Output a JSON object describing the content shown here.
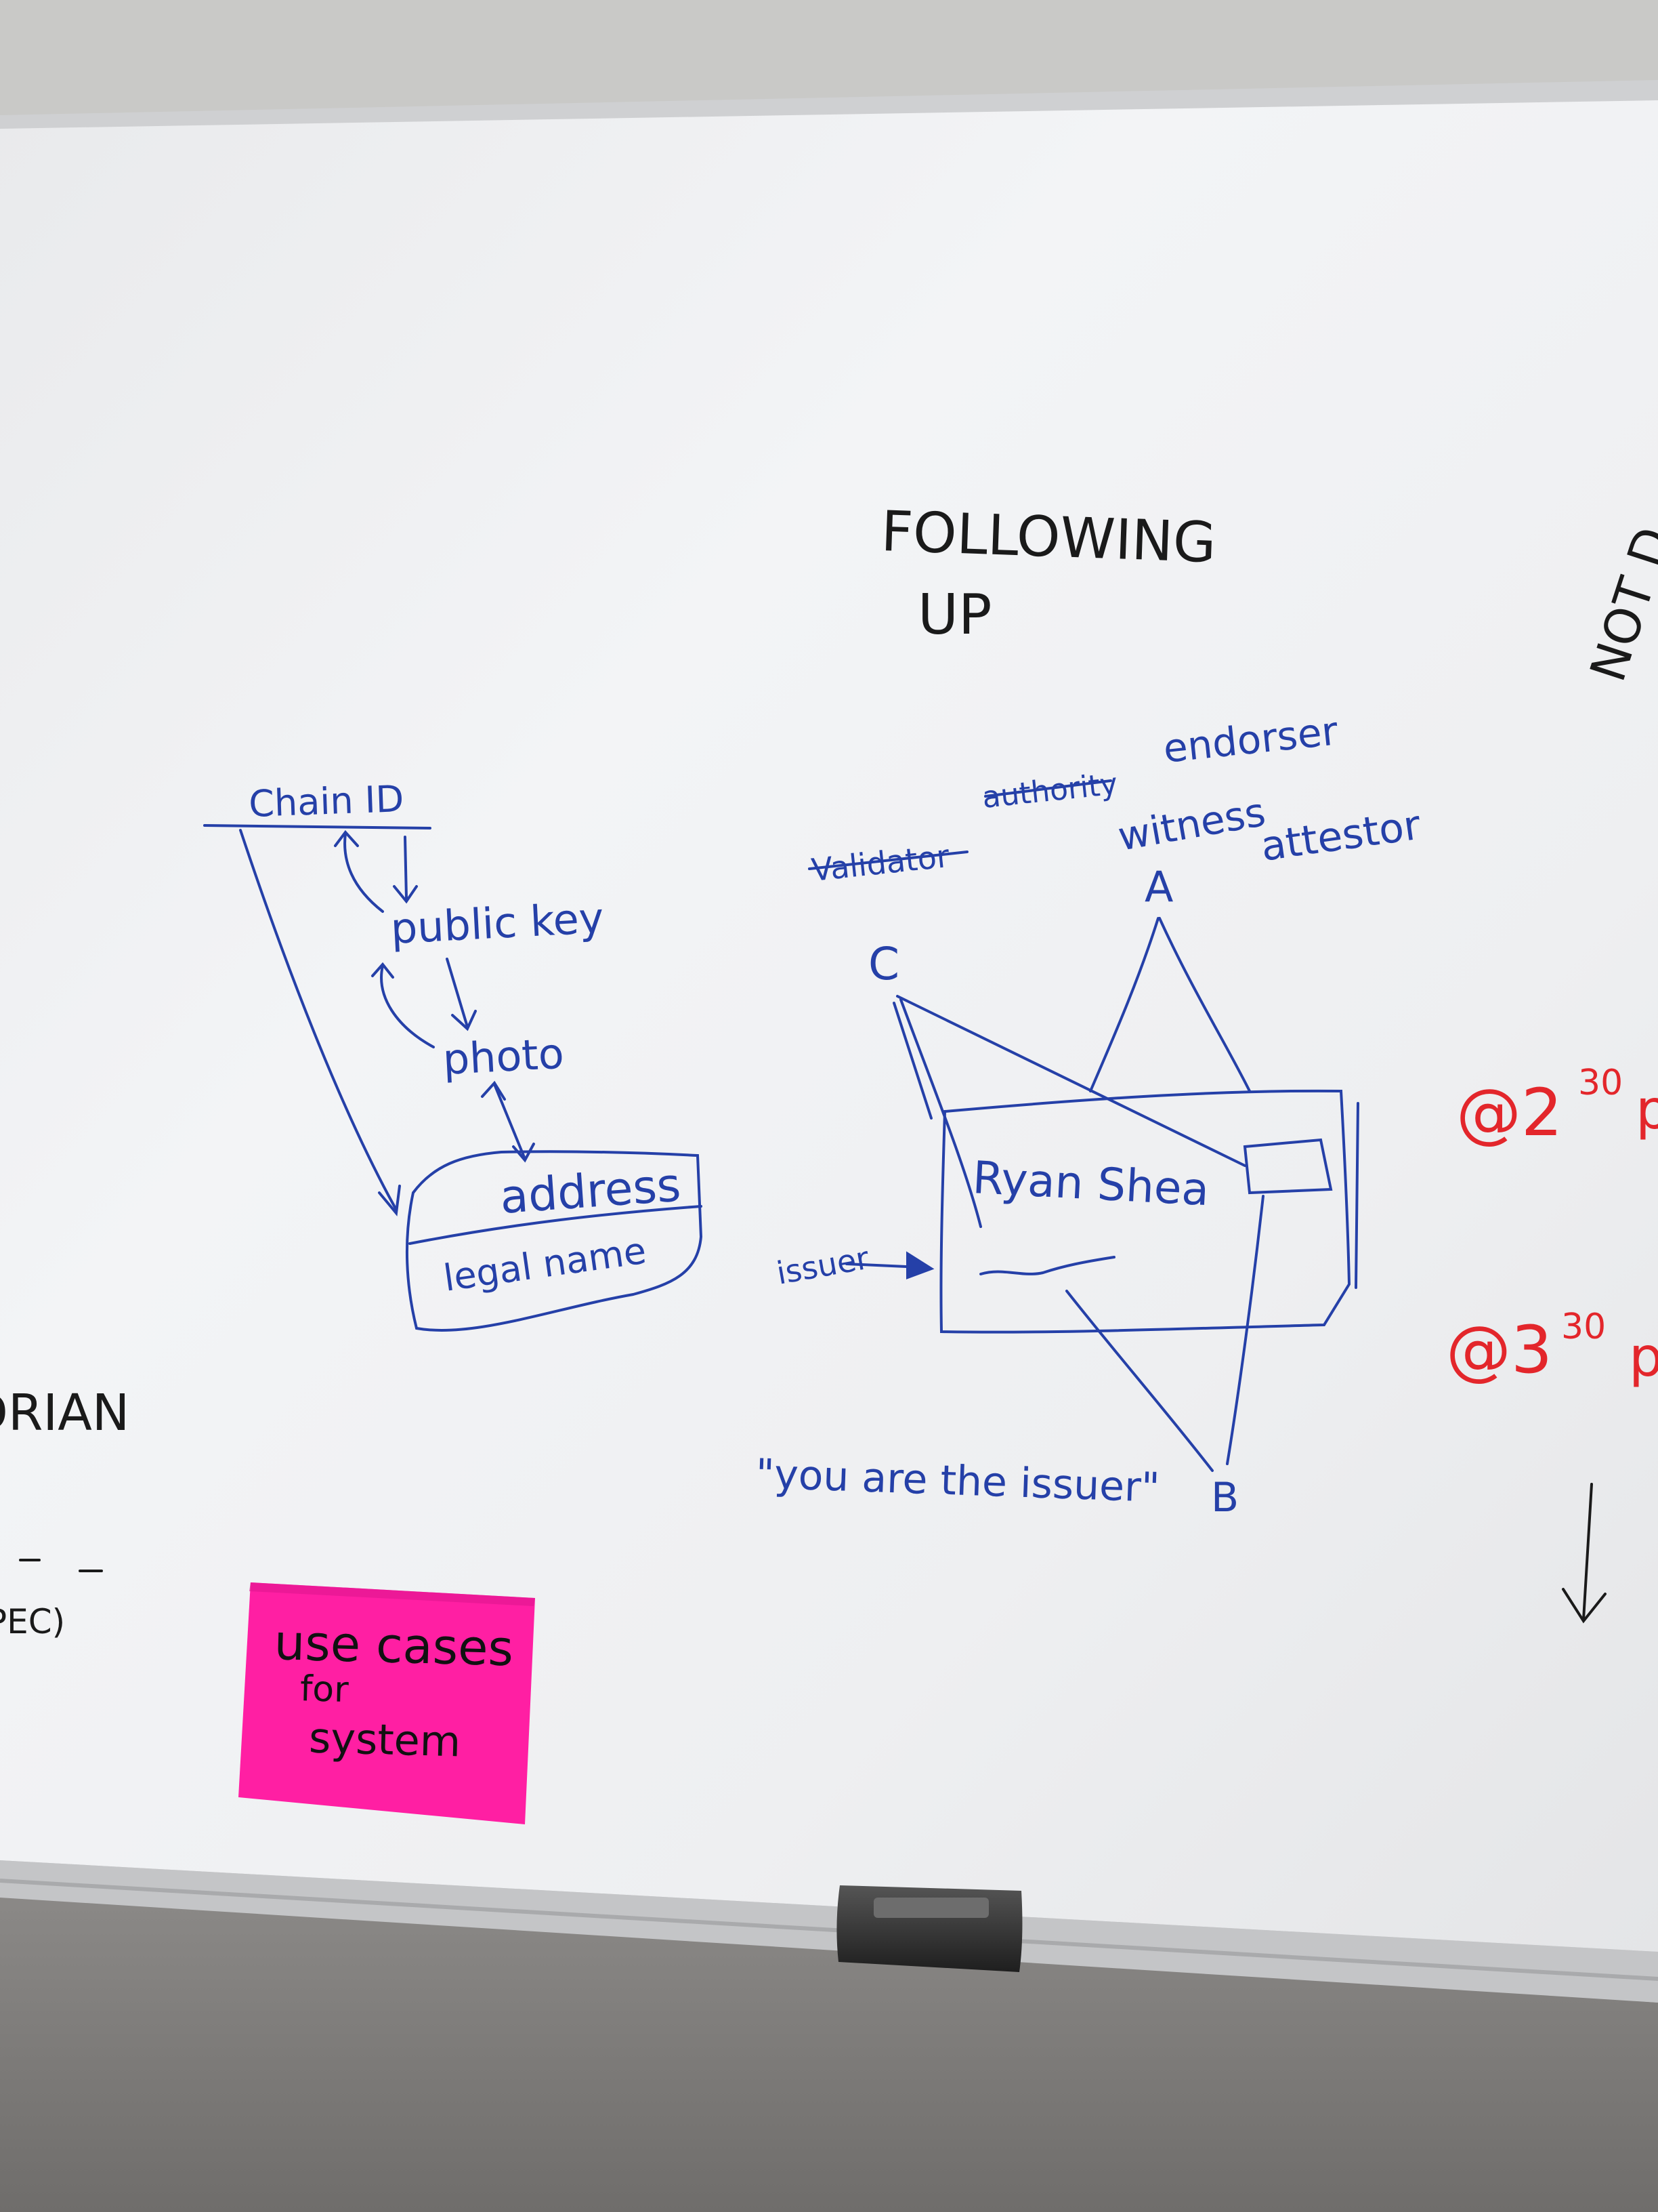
{
  "board": {
    "heading_line1": "FOLLOWING",
    "heading_line2": "UP",
    "right_edge_text": "NOT D",
    "left_name": "DRIAN",
    "left_fragment": "PEC)",
    "dashes": "_ _",
    "time_1": "@2",
    "time_1_sup": "30",
    "time_1_tail": "p",
    "time_2": "@3",
    "time_2_sup": "30",
    "time_2_tail": "p"
  },
  "diagram_left": {
    "chain_id": "Chain ID",
    "public_key": "public key",
    "photo": "photo",
    "address": "address",
    "legal_name": "legal name"
  },
  "diagram_right": {
    "validator_struck": "Validator",
    "authority_struck": "authority",
    "endorser": "endorser",
    "witness": "witness",
    "attestor": "attestor",
    "node_a": "A",
    "node_b": "B",
    "node_c": "C",
    "card_name": "Ryan Shea",
    "issuer_label": "issuer",
    "quote": "\"you are the issuer\""
  },
  "sticky_note": {
    "line1": "use cases",
    "line2": "for",
    "line3": "system",
    "color": "#ff1fa3"
  },
  "colors": {
    "blue_marker": "#2540a8",
    "red_marker": "#e3262b",
    "black_marker": "#1a1a1a"
  }
}
